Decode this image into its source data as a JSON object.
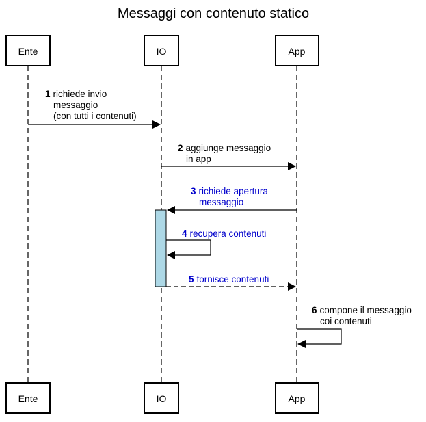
{
  "title": "Messaggi con contenuto statico",
  "actors": [
    {
      "id": "ente",
      "label": "Ente"
    },
    {
      "id": "io",
      "label": "IO"
    },
    {
      "id": "app",
      "label": "App"
    }
  ],
  "messages": [
    {
      "num": "1",
      "lines": [
        "richiede invio",
        "messaggio",
        "(con tutti i contenuti)"
      ],
      "color": "#000000"
    },
    {
      "num": "2",
      "lines": [
        "aggiunge messaggio",
        "in app"
      ],
      "color": "#000000"
    },
    {
      "num": "3",
      "lines": [
        "richiede apertura",
        "messaggio"
      ],
      "color": "#0000cc"
    },
    {
      "num": "4",
      "lines": [
        "recupera contenuti"
      ],
      "color": "#0000cc"
    },
    {
      "num": "5",
      "lines": [
        "fornisce contenuti"
      ],
      "color": "#0000cc"
    },
    {
      "num": "6",
      "lines": [
        "compone il messaggio",
        "coi contenuti"
      ],
      "color": "#000000"
    }
  ]
}
